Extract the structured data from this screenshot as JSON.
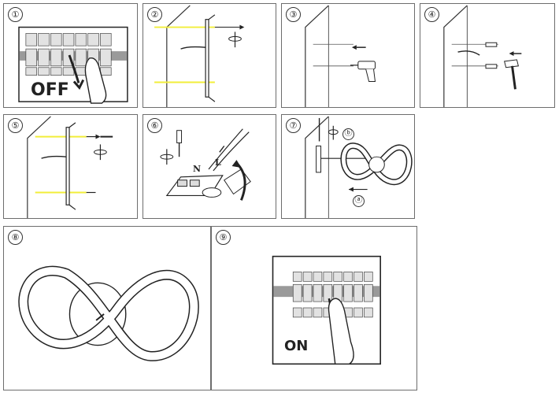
{
  "steps": [
    {
      "number": "①",
      "label": "OFF"
    },
    {
      "number": "②"
    },
    {
      "number": "③"
    },
    {
      "number": "④"
    },
    {
      "number": "⑤"
    },
    {
      "number": "⑥",
      "wire_labels": [
        "N",
        "L"
      ]
    },
    {
      "number": "⑦",
      "markers": [
        "ⓑ",
        "ⓐ"
      ]
    },
    {
      "number": "⑧"
    },
    {
      "number": "⑨",
      "label": "ON"
    }
  ],
  "colors": {
    "line": "#222222",
    "frame": "#6d6d6d",
    "guide": "#f2ee3a",
    "breaker": "#d6d6d6",
    "wall": "#555555"
  },
  "icons": [
    "breaker-panel-icon",
    "hand-icon",
    "bracket-icon",
    "screwdriver-icon",
    "drill-icon",
    "wall-plug-icon",
    "hammer-icon",
    "terminal-block-icon",
    "infinity-lamp-icon"
  ]
}
